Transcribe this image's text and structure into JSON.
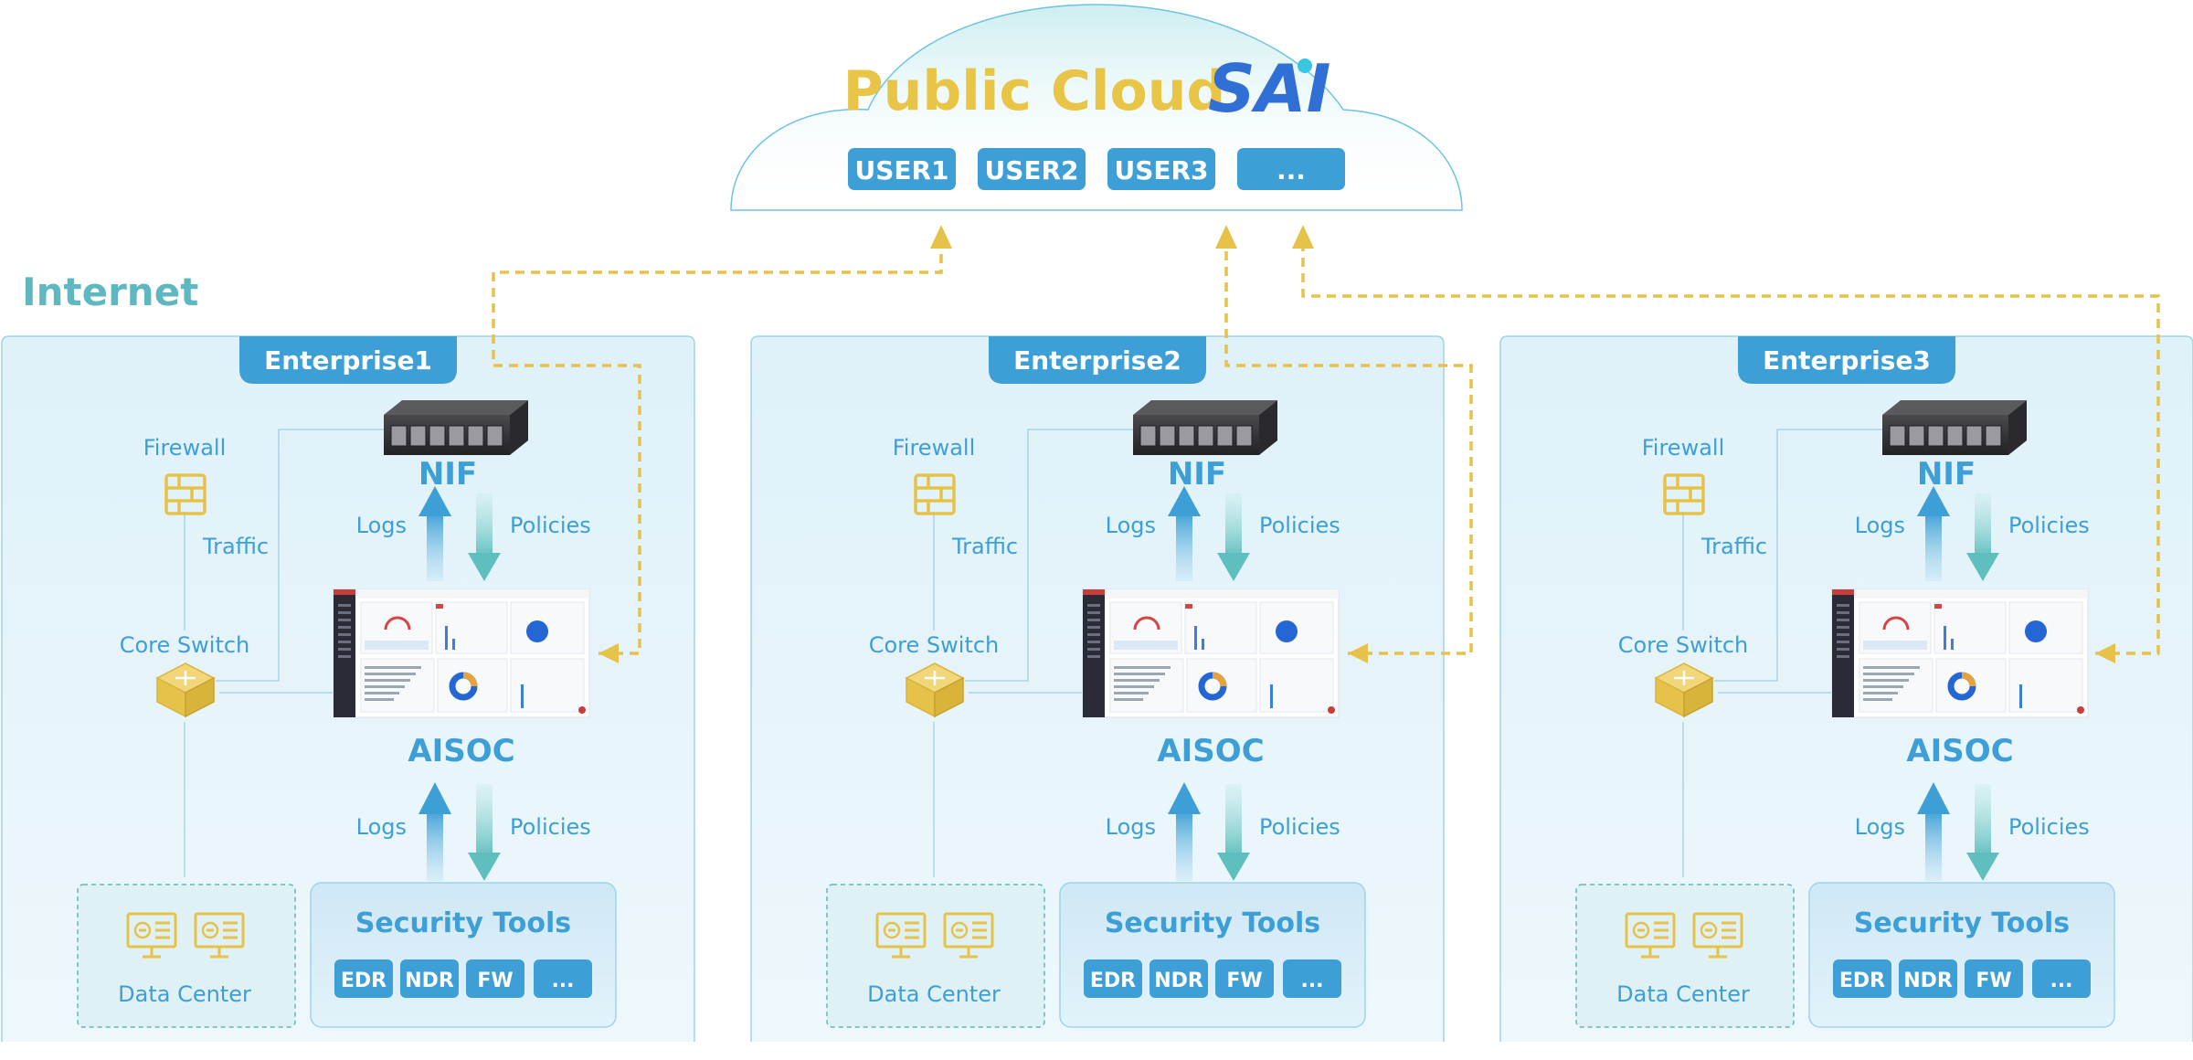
{
  "cloud": {
    "title": "Public Cloud",
    "brand": "SAI",
    "users": [
      "USER1",
      "USER2",
      "USER3",
      "..."
    ]
  },
  "internet_label": "Internet",
  "enterprises": [
    {
      "name": "Enterprise1"
    },
    {
      "name": "Enterprise2"
    },
    {
      "name": "Enterprise3"
    }
  ],
  "labels": {
    "firewall": "Firewall",
    "traffic": "Traffic",
    "core_switch": "Core Switch",
    "nif": "NIF",
    "aisoc": "AISOC",
    "logs": "Logs",
    "policies": "Policies",
    "data_center": "Data Center",
    "security_tools": "Security Tools",
    "tools": [
      "EDR",
      "NDR",
      "FW",
      "..."
    ]
  },
  "colors": {
    "accent_blue": "#3d9fd5",
    "panel_bg": "#e3f3fa",
    "gold": "#e6c24a",
    "teal_label": "#5fb8bf",
    "cloud_title": "#e8c547",
    "brand_blue": "#2f6fd6"
  }
}
